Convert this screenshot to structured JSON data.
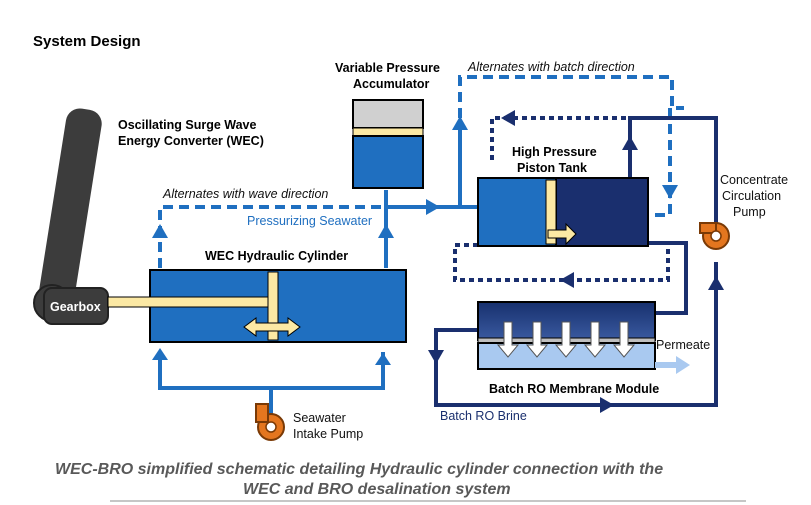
{
  "title": "System Design",
  "labels": {
    "wec": [
      "Oscillating Surge Wave",
      "Energy Converter (WEC)"
    ],
    "gearbox": "Gearbox",
    "accumulator": [
      "Variable Pressure",
      "Accumulator"
    ],
    "piston_tank": [
      "High Pressure",
      "Piston Tank"
    ],
    "wec_cylinder": "WEC Hydraulic Cylinder",
    "seawater_pump": [
      "Seawater",
      "Intake Pump"
    ],
    "concentrate_pump": [
      "Concentrate",
      "Circulation",
      "Pump"
    ],
    "ro_module": "Batch RO Membrane Module",
    "alt_wave": "Alternates with wave direction",
    "alt_batch": "Alternates with batch direction",
    "pressurizing": "Pressurizing Seawater",
    "permeate": "Permeate",
    "brine": "Batch RO Brine"
  },
  "caption": [
    "WEC-BRO simplified schematic detailing Hydraulic cylinder connection with the",
    "WEC and BRO desalination system"
  ],
  "colors": {
    "seawater_blue": "#1f6fc0",
    "dark_navy": "#1a2f6e",
    "permeate_light": "#a9c9f0",
    "pump_orange": "#e4761f",
    "piston_yellow": "#fce9a4",
    "wec_gray": "#3c3c3c"
  }
}
